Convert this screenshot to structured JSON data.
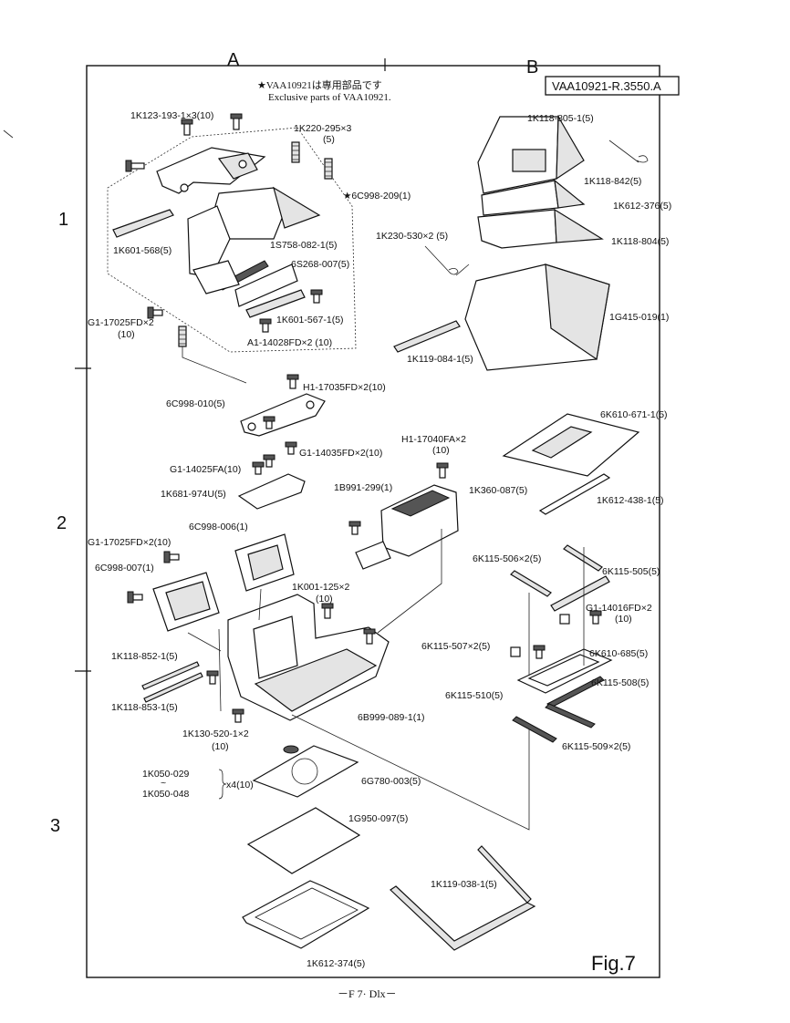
{
  "figure_code": "VAA10921-R.3550.A",
  "figure_caption": "Fig.7",
  "footer": "－F 7· Dlx－",
  "column_labels": [
    "A",
    "B"
  ],
  "row_labels": [
    "1",
    "2",
    "3"
  ],
  "note": {
    "jp": "★VAA10921は専用部品です",
    "en": "Exclusive parts of VAA10921."
  },
  "callouts": {
    "c01": "1K123-193-1×3(10)",
    "c02": "1K220-295×3",
    "c02b": "(5)",
    "c03": "★6C998-209(1)",
    "c04": "1K601-568(5)",
    "c05": "1S758-082-1(5)",
    "c06": "6S268-007(5)",
    "c07": "1K601-567-1(5)",
    "c08": "G1-17025FD×2",
    "c08b": "(10)",
    "c09": "A1-14028FD×2 (10)",
    "c10": "1K118-805-1(5)",
    "c11": "1K118-842(5)",
    "c12": "1K612-376(5)",
    "c13": "1K230-530×2 (5)",
    "c14": "1K118-804(5)",
    "c15": "1G415-019(1)",
    "c16": "1K119-084-1(5)",
    "c17": "H1-17035FD×2(10)",
    "c18": "6C998-010(5)",
    "c19": "6K610-671-1(5)",
    "c20": "H1-17040FA×2",
    "c20b": "(10)",
    "c21": "G1-14025FA(10)",
    "c22": "G1-14035FD×2(10)",
    "c23": "1B991-299(1)",
    "c24": "1K360-087(5)",
    "c25": "1K612-438-1(5)",
    "c26": "1K681-974U(5)",
    "c27": "6C998-006(1)",
    "c28": "G1-17025FD×2(10)",
    "c29": "6C998-007(1)",
    "c30": "6K115-506×2(5)",
    "c31": "6K115-505(5)",
    "c32": "1K001-125×2",
    "c32b": "(10)",
    "c33": "G1-14016FD×2",
    "c33b": "(10)",
    "c34": "6K115-507×2(5)",
    "c35": "6K610-685(5)",
    "c36": "1K118-852-1(5)",
    "c37": "6K115-508(5)",
    "c38": "6K115-510(5)",
    "c39": "1K118-853-1(5)",
    "c40": "6B999-089-1(1)",
    "c41": "6K115-509×2(5)",
    "c42": "1K130-520-1×2",
    "c42b": "(10)",
    "c43": "1K050-029",
    "c44": "1K050-048",
    "c45": "x4(10)",
    "c46": "6G780-003(5)",
    "c47": "1G950-097(5)",
    "c48": "1K119-038-1(5)",
    "c49": "1K612-374(5)"
  }
}
